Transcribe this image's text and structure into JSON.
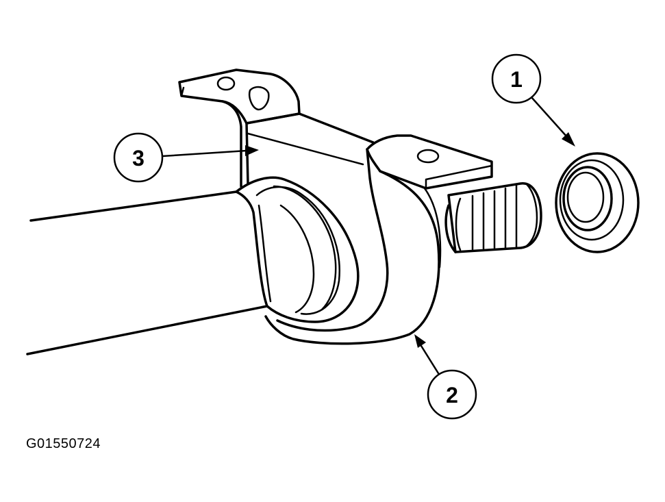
{
  "figure_id": "G01550724",
  "callouts": [
    {
      "number": "1"
    },
    {
      "number": "2"
    },
    {
      "number": "3"
    }
  ]
}
